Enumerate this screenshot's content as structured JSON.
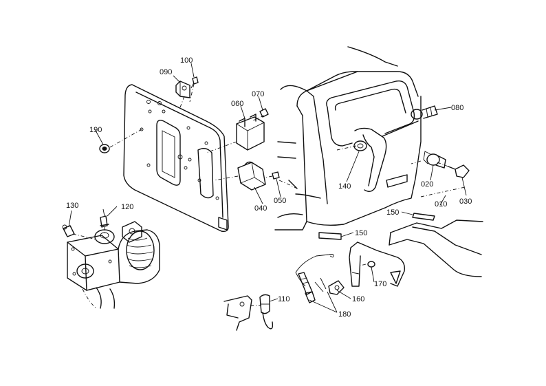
{
  "callouts": {
    "c010": "010",
    "c020": "020",
    "c030": "030",
    "c040": "040",
    "c050": "050",
    "c060": "060",
    "c070": "070",
    "c080": "080",
    "c090": "090",
    "c100": "100",
    "c110": "110",
    "c120": "120",
    "c130": "130",
    "c140": "140",
    "c150a": "150",
    "c150b": "150",
    "c160": "160",
    "c170": "170",
    "c180": "180",
    "c190": "190"
  }
}
